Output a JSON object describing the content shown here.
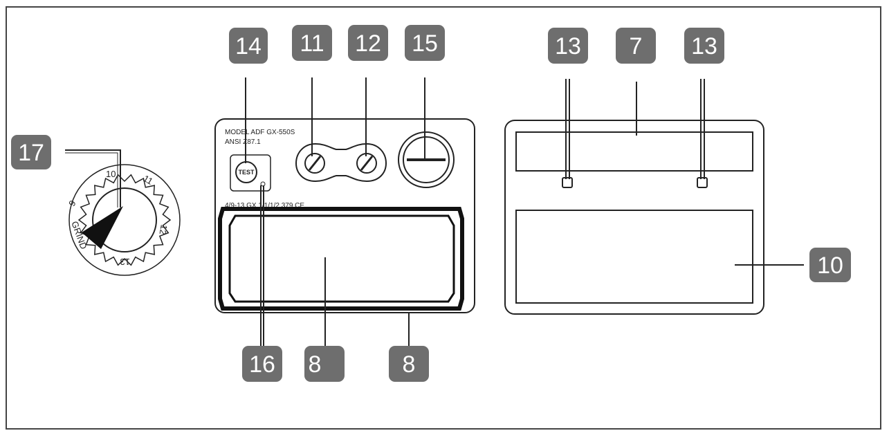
{
  "labels": {
    "model": "MODEL ADF GX-550S",
    "standard": "ANSI Z87.1",
    "test_button": "TEST",
    "shade_range": "4/9-13 GX 1/1/1/2 379 CE"
  },
  "dial": {
    "n10": "10",
    "n11": "11",
    "n12": "12",
    "n13": "13",
    "n9": "9",
    "grind": "GRIND"
  },
  "callouts": {
    "c14": "14",
    "c11": "11",
    "c12": "12",
    "c15": "15",
    "c13a": "13",
    "c7": "7",
    "c13b": "13",
    "c17": "17",
    "c10": "10",
    "c16": "16",
    "c8a": "8",
    "c8b": "8"
  },
  "colors": {
    "callout": "#6e6e6e",
    "line": "#222222"
  }
}
